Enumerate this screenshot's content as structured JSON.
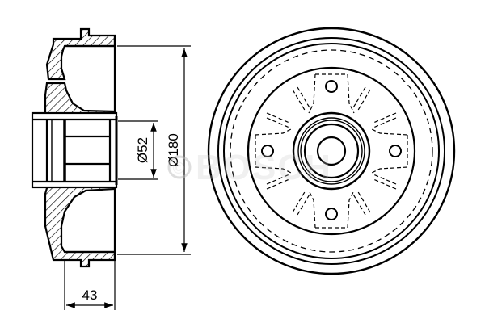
{
  "drawing": {
    "subject": "Brake drum technical drawing",
    "views": [
      "section-view",
      "front-view"
    ],
    "colors": {
      "line": "#000000",
      "background": "#ffffff",
      "watermark": "#c8c8c8"
    }
  },
  "dimensions": {
    "outer_diameter": "Ø180",
    "hub_diameter": "Ø52",
    "width": "43"
  },
  "watermark": {
    "text": "BOSCH",
    "symbol": "©"
  },
  "front_view": {
    "bolt_holes": 4
  }
}
